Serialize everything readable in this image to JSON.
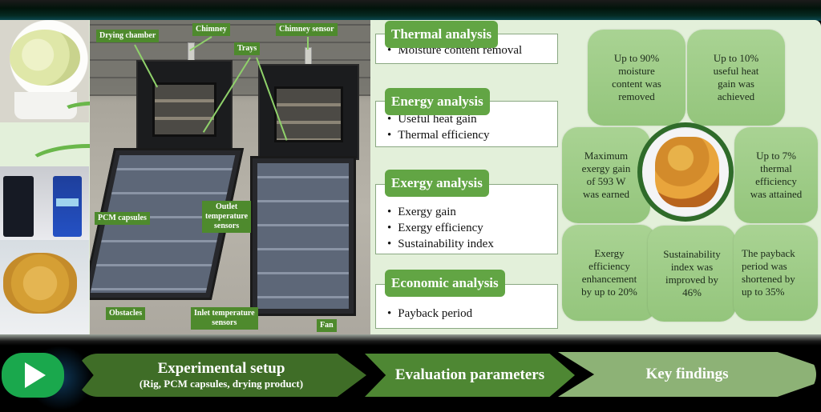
{
  "photo_labels": {
    "drying_chamber": "Drying chamber",
    "chimney": "Chimney",
    "chimney_sensor": "Chimney sensor",
    "trays": "Trays",
    "pcm_capsules": "PCM capsules",
    "outlet_sensors": [
      "Outlet",
      "temperature",
      "sensors"
    ],
    "obstacles": "Obstacles",
    "inlet_sensors": [
      "Inlet temperature",
      "sensors"
    ],
    "fan": "Fan"
  },
  "evaluation": [
    {
      "title": "Thermal analysis",
      "items": [
        "Moisture content removal"
      ]
    },
    {
      "title": "Energy analysis",
      "items": [
        "Useful heat gain",
        "Thermal efficiency"
      ]
    },
    {
      "title": "Exergy analysis",
      "items": [
        "Exergy gain",
        "Exergy efficiency",
        "Sustainability index"
      ]
    },
    {
      "title": "Economic analysis",
      "items": [
        "Payback period"
      ]
    }
  ],
  "findings": {
    "moisture": [
      "Up to 90%",
      "moisture",
      "content was",
      "removed"
    ],
    "heat_gain": [
      "Up to 10%",
      "useful heat",
      "gain was",
      "achieved"
    ],
    "exergy_gain": [
      "Maximum",
      "exergy gain",
      "of 593 W",
      "was earned"
    ],
    "thermal_eff": [
      "Up to 7%",
      "thermal",
      "efficiency",
      "was attained"
    ],
    "exergy_eff": [
      "Exergy",
      "efficiency",
      "enhancement",
      "by up to 20%"
    ],
    "sustainability": [
      "Sustainability",
      "index was",
      "improved by",
      "46%"
    ],
    "payback": [
      "The payback",
      "period was",
      "shortened by",
      "up to 35%"
    ]
  },
  "flow": {
    "step1_title": "Experimental setup",
    "step1_sub": "(Rig, PCM capsules, drying product)",
    "step2_title": "Evaluation parameters",
    "step3_title": "Key findings"
  },
  "colors": {
    "label_green": "#4e8a2d",
    "header_green": "#62a544",
    "finding_green": "#a9d393",
    "panel_bg": "#e3f0da"
  }
}
